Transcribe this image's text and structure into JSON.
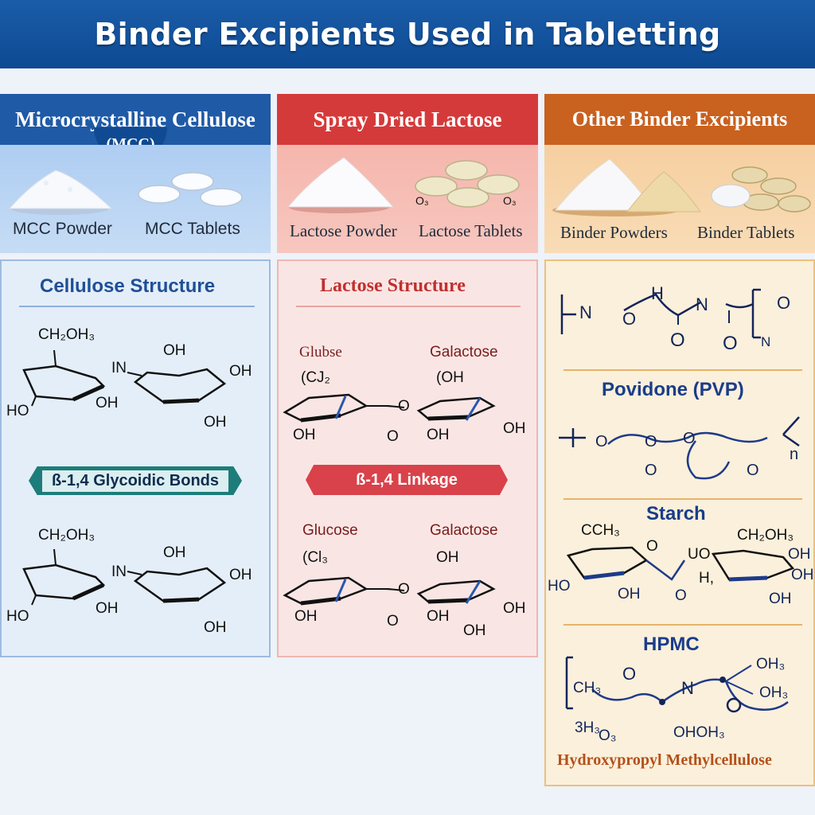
{
  "title": "Binder Excipients Used in Tabletting",
  "colors": {
    "title_bar": "#1b5ca8",
    "mcc": "#1f5aa6",
    "lactose": "#d53a3a",
    "other": "#c9611f"
  },
  "mcc": {
    "header": "Microcrystalline Cellulose",
    "tag": "(MCC)",
    "powder_label": "MCC Powder",
    "tablets_label": "MCC Tablets",
    "structure_title": "Cellulose Structure",
    "bond_banner": "ß-1,4 Glycoidic Bonds",
    "structures": [
      {
        "ch2oh": "CH₂OH₃",
        "link": "IN",
        "oh_top": "OH",
        "oh_right": "OH",
        "ho_left": "HO",
        "oh_mid": "OH",
        "oh_bottom": "OH"
      },
      {
        "ch2oh": "CH₂OH₃",
        "link": "IN",
        "oh_top": "OH",
        "oh_right": "OH",
        "ho_left": "HO",
        "oh_mid": "OH",
        "oh_bottom": "OH"
      }
    ]
  },
  "lactose": {
    "header": "Spray Dried Lactose",
    "powder_label": "Lactose Powder",
    "tablets_label": "Lactose Tablets",
    "tablet_marks": [
      "O₃",
      "O₃"
    ],
    "structure_title": "Lactose Structure",
    "bond_banner": "ß-1,4 Linkage",
    "structures": [
      {
        "left_name": "Glubse",
        "right_name": "Galactose",
        "left_group": "(CJ₂",
        "right_group": "(OH",
        "oh_left": "OH",
        "o_link": "O",
        "o_sub": "O",
        "oh_mid": "OH",
        "oh_right": "OH"
      },
      {
        "left_name": "Glucose",
        "right_name": "Galactose",
        "left_group": "(Cl₃",
        "right_group": "OH",
        "oh_left": "OH",
        "o_link": "O",
        "o_sub": "O",
        "oh_mid": "OH",
        "oh_right": "OH",
        "oh_bottom": "OH"
      }
    ]
  },
  "other": {
    "header": "Other Binder Excipients",
    "powder_label": "Binder Powders",
    "tablets_label": "Binder Tablets",
    "pvp_name": "Povidone (PVP)",
    "starch_name": "Starch",
    "hpmc_name": "HPMC",
    "hpmc_full": "Hydroxypropyl Methylcellulose",
    "polymer": {
      "n": "N",
      "o": "O",
      "h": "H",
      "o_end": "O",
      "o_bottom1": "O",
      "o_bottom2": "O",
      "sub": "N"
    },
    "pvp": {
      "o1": "O",
      "o2": "O",
      "o3": "O",
      "o4": "O",
      "o5": "O",
      "sub": "n"
    },
    "starch": {
      "ch": "CCH₃",
      "ch2oh": "CH₂OH₃",
      "o1": "O",
      "link": "UO",
      "h": "H,",
      "ho": "HO",
      "oh1": "OH",
      "oh2": "OH",
      "oh3": "OH",
      "oh4": "OH",
      "o2": "O"
    },
    "hpmc": {
      "ch3": "CH₃",
      "o1": "O",
      "n": "N",
      "oh3a": "OH₃",
      "oh3b": "OH₃",
      "h3o": "3H₃",
      "o3": "O₃",
      "ohoh": "OHOH₃"
    }
  }
}
